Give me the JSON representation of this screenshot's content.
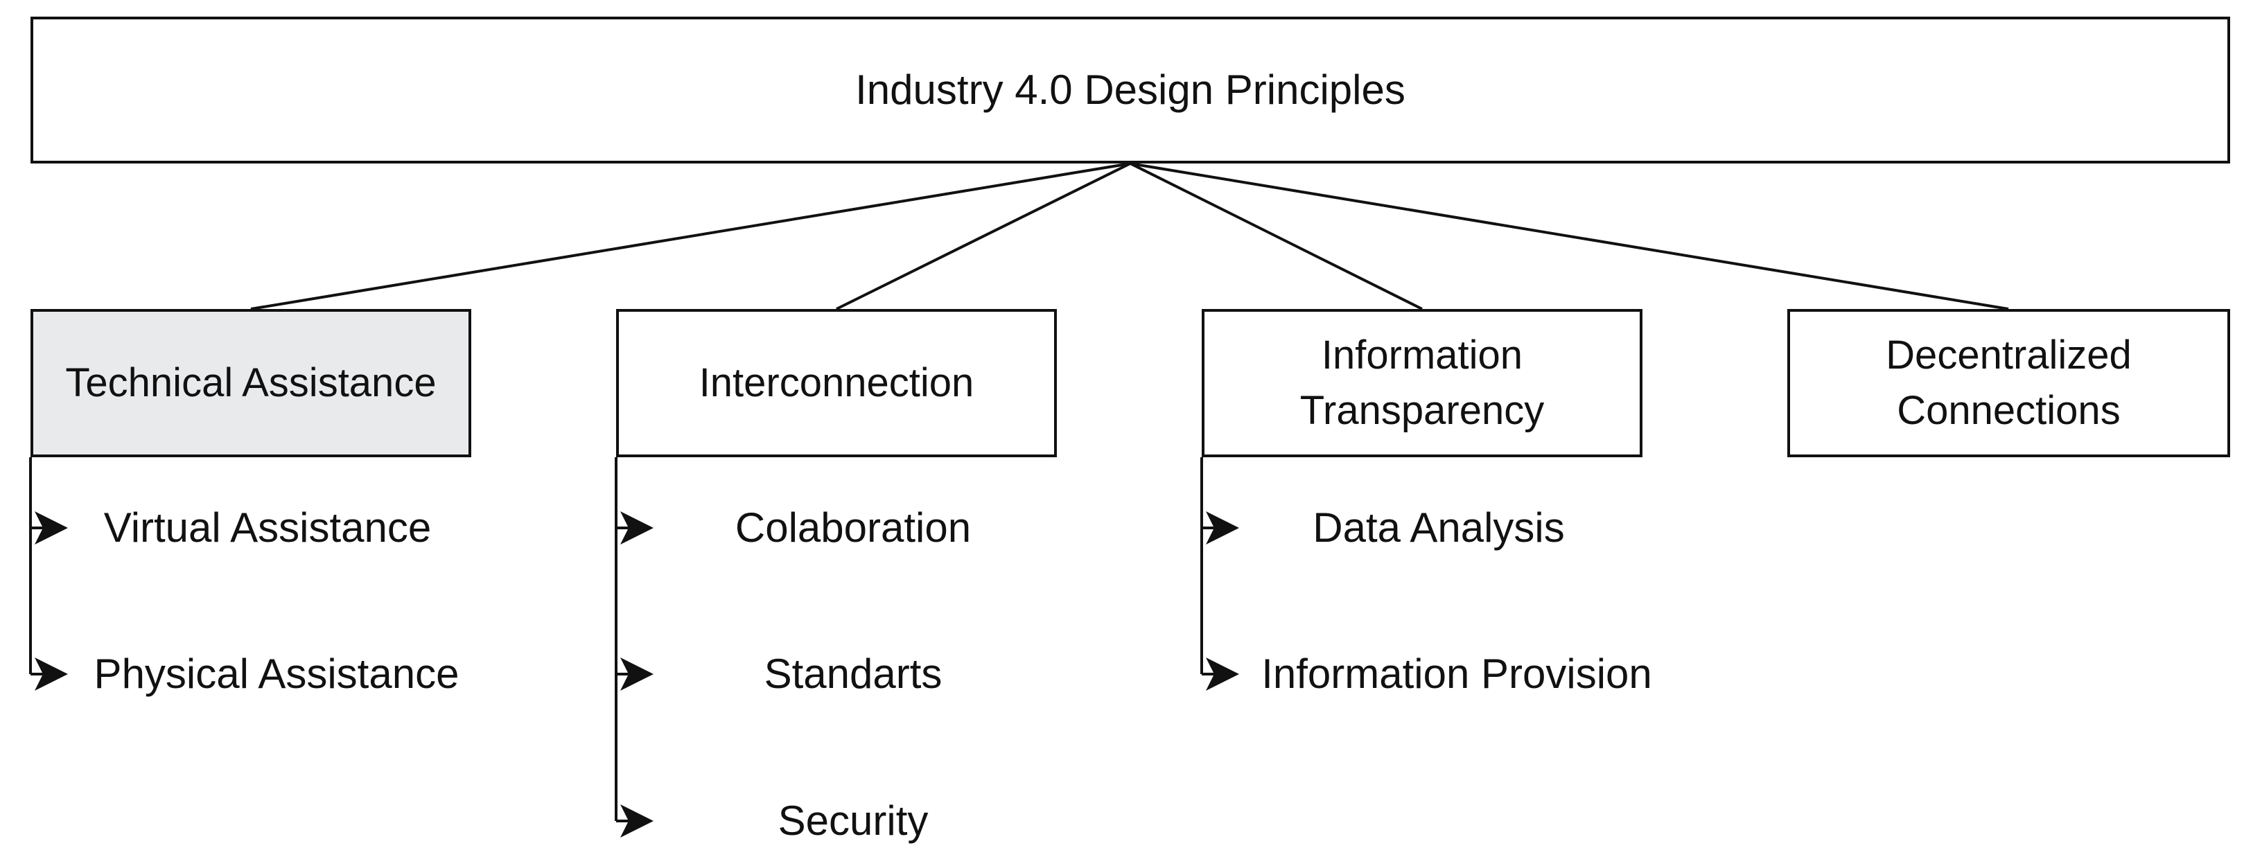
{
  "diagram": {
    "root": {
      "label": "Industry 4.0 Design Principles"
    },
    "principles": [
      {
        "label": "Technical Assistance",
        "highlighted": true,
        "children": [
          "Virtual Assistance",
          "Physical Assistance"
        ]
      },
      {
        "label": "Interconnection",
        "highlighted": false,
        "children": [
          "Colaboration",
          "Standarts",
          "Security"
        ]
      },
      {
        "label": "Information\nTransparency",
        "highlighted": false,
        "children": [
          "Data Analysis",
          "Information Provision"
        ]
      },
      {
        "label": "Decentralized\nConnections",
        "highlighted": false,
        "children": []
      }
    ]
  },
  "colors": {
    "stroke": "#111111",
    "highlight_fill": "#e9eaec",
    "background": "#ffffff"
  }
}
